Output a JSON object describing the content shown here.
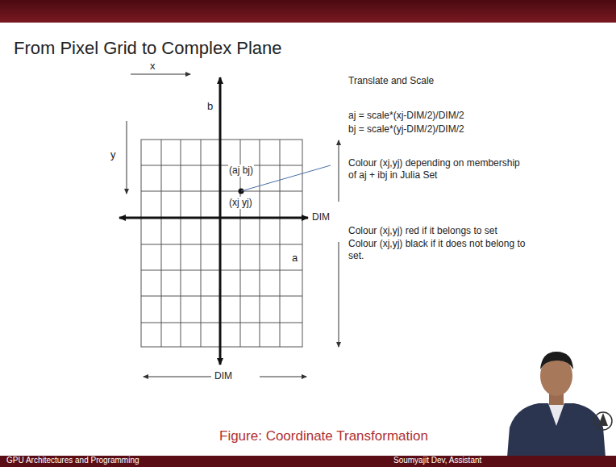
{
  "diagram": {
    "title": "From Pixel Grid to Complex Plane",
    "caption": "Figure: Coordinate Transformation",
    "labels": [
      "x",
      "y",
      "b",
      "(aj bj)",
      "(xj yj)",
      "a",
      "DIM",
      "DIM",
      "Translate and Scale",
      "aj = scale*(xj-DIM/2)/DIM/2",
      "bj = scale*(yj-DIM/2)/DIM/2",
      "Colour (xj,yj) depending on membership of aj + ibj in Julia Set",
      "Colour (xj,yj) red if it belongs to set",
      "Colour (xj,yj) black if it does not belong to set.",
      "GPU Architectures and Programming",
      "Soumyajit Dev, Assistant"
    ]
  }
}
